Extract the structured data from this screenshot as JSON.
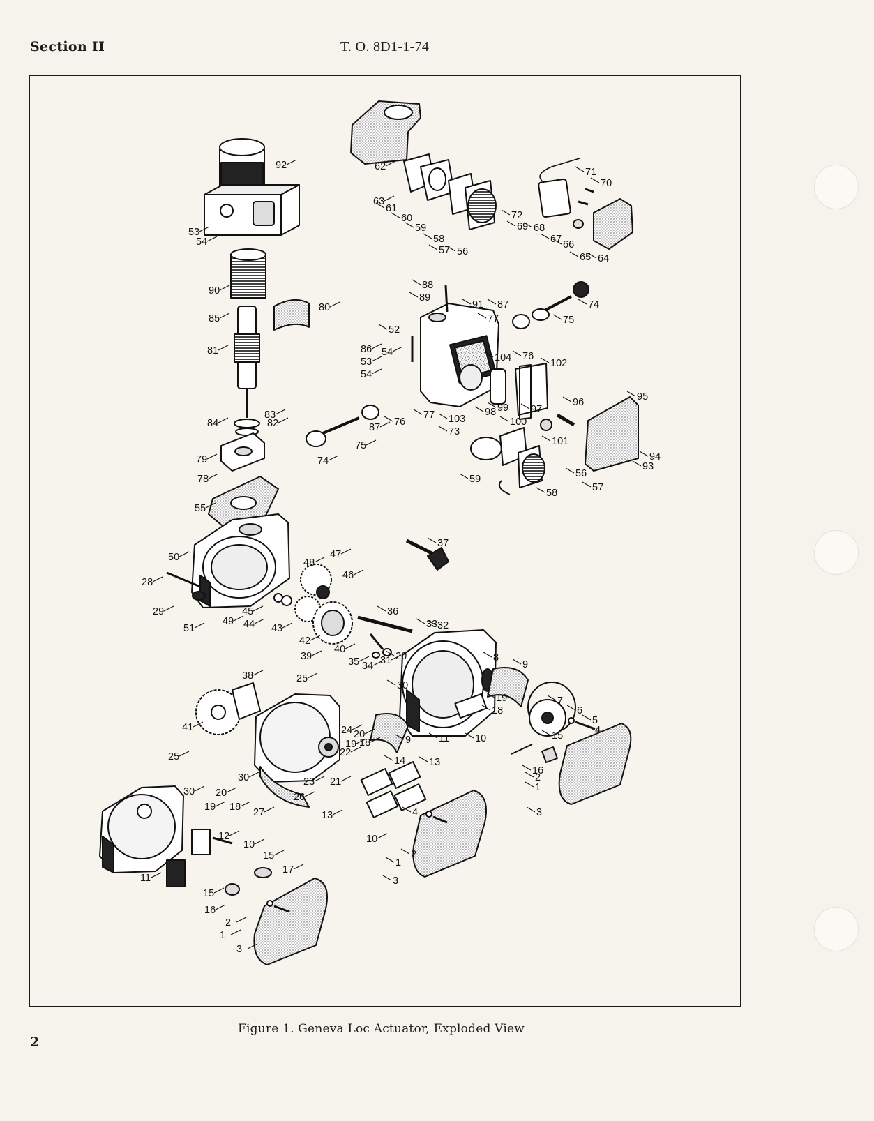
{
  "header": {
    "section": "Section II",
    "tech_order": "T. O. 8D1-1-74"
  },
  "figure": {
    "caption": "Figure 1.  Geneva Loc Actuator, Exploded View",
    "callouts": [
      "92",
      "53",
      "54",
      "90",
      "85",
      "80",
      "81",
      "84",
      "83",
      "82",
      "79",
      "78",
      "55",
      "62",
      "63",
      "61",
      "60",
      "59",
      "58",
      "57",
      "56",
      "71",
      "70",
      "72",
      "69",
      "68",
      "67",
      "66",
      "65",
      "64",
      "88",
      "89",
      "91",
      "87",
      "74",
      "75",
      "77",
      "52",
      "86",
      "54",
      "53",
      "54",
      "104",
      "76",
      "102",
      "77",
      "76",
      "87",
      "75",
      "74",
      "103",
      "98",
      "99",
      "100",
      "97",
      "96",
      "95",
      "73",
      "101",
      "59",
      "58",
      "56",
      "57",
      "94",
      "93",
      "50",
      "48",
      "47",
      "46",
      "28",
      "29",
      "51",
      "49",
      "45",
      "44",
      "43",
      "42",
      "37",
      "36",
      "33",
      "32",
      "39",
      "40",
      "35",
      "34",
      "31",
      "20",
      "8",
      "9",
      "25",
      "30",
      "38",
      "41",
      "25",
      "19",
      "18",
      "7",
      "6",
      "5",
      "4",
      "11",
      "10",
      "15",
      "16",
      "2",
      "1",
      "3",
      "24",
      "20",
      "19",
      "22",
      "18",
      "9",
      "30",
      "23",
      "21",
      "26",
      "14",
      "13",
      "27",
      "30",
      "20",
      "19",
      "18",
      "13",
      "4",
      "10",
      "2",
      "1",
      "3",
      "12",
      "10",
      "11",
      "15",
      "17",
      "15",
      "16",
      "2",
      "1",
      "3"
    ]
  },
  "page": {
    "number": "2"
  }
}
